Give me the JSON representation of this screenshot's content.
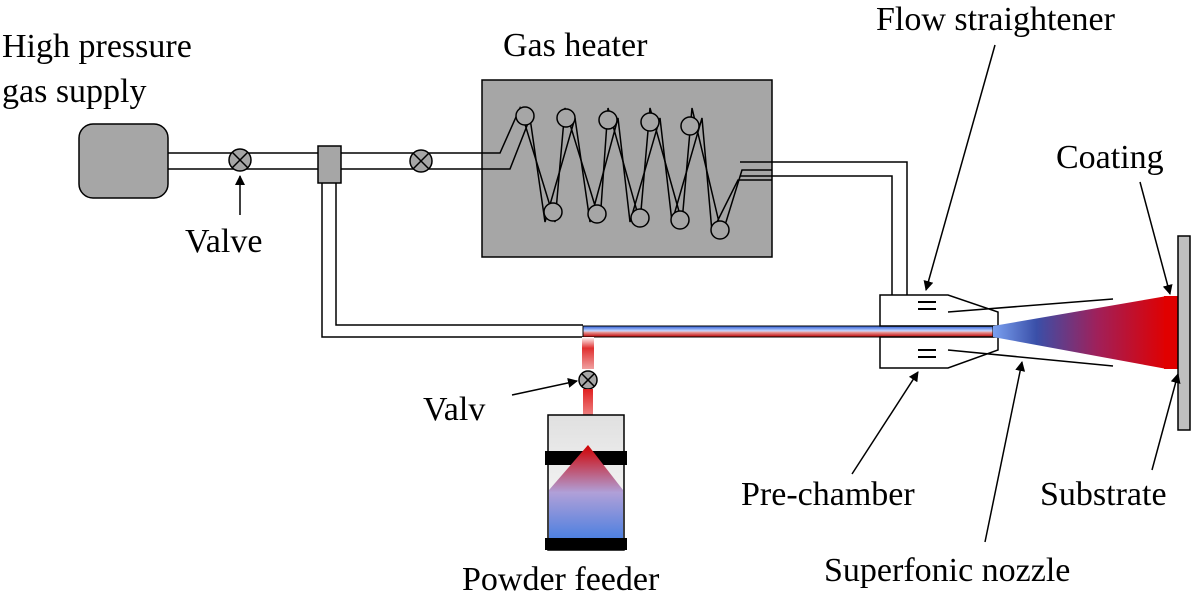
{
  "labels": {
    "high_pressure_line1": "High pressure",
    "high_pressure_line2": "gas supply",
    "gas_heater": "Gas heater",
    "flow_straightener": "Flow straightener",
    "coating": "Coating",
    "valve": "Valve",
    "valv": "Valv",
    "pre_chamber": "Pre-chamber",
    "substrate": "Substrate",
    "superfonic_nozzle": "Superfonic nozzle",
    "powder_feeder": "Powder feeder"
  },
  "colors": {
    "component_gray": "#a6a6a6",
    "substrate_gray": "#bfbfbf",
    "powder_red": "#e00000",
    "powder_blue": "#4a7fe0"
  }
}
